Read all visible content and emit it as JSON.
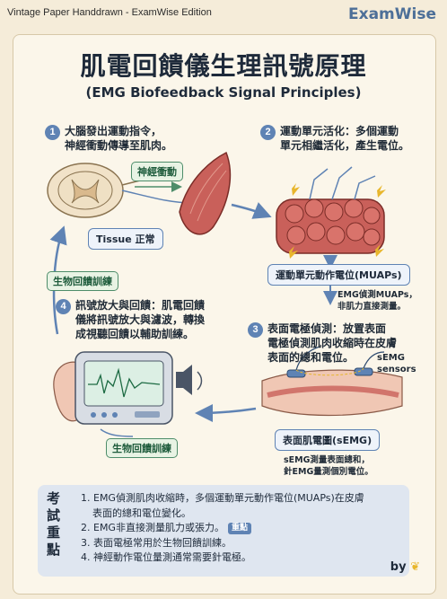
{
  "header": {
    "edition": "Vintage Paper Handdrawn - ExamWise Edition",
    "brand": "ExamWise"
  },
  "title": "肌電回饋儀生理訊號原理",
  "subtitle": "(EMG Biofeedback Signal Principles)",
  "steps": [
    {
      "num": "1",
      "line1": "大腦發出運動指令，",
      "line2": "神經衝動傳導至肌肉。"
    },
    {
      "num": "2",
      "line1": "運動單元活化：多個運動",
      "line2": "單元相繼活化，產生電位。"
    },
    {
      "num": "3",
      "line1": "表面電極偵測：放置表面",
      "line2": "電極偵測肌肉收縮時在皮膚",
      "line3": "表面的總和電位。"
    },
    {
      "num": "4",
      "line1": "訊號放大與回饋：肌電回饋",
      "line2": "儀將訊號放大與濾波，轉換",
      "line3": "成視聽回饋以輔助訓練。"
    }
  ],
  "labels": {
    "nerve_impulse": "神經衝動",
    "tissue": "Tissue 正常",
    "bio_feedback_left": "生物回饋訓練",
    "muaps_box": "運動單元動作電位(MUAPs)",
    "muaps_note_1": "EMG偵測MUAPs，",
    "muaps_note_2": "非肌力直接測量。",
    "semg_sensors_1": "sEMG",
    "semg_sensors_2": "sensors",
    "semg_box": "表面肌電圖(sEMG)",
    "semg_note_1": "sEMG測量表面總和，",
    "semg_note_2": "針EMG量測個別電位。",
    "bio_feedback_bottom": "生物回饋訓練"
  },
  "exam": {
    "label": [
      "考",
      "試",
      "重",
      "點"
    ],
    "items": [
      "1. EMG偵測肌肉收縮時，多個運動單元動作電位(MUAPs)在皮膚",
      "表面的總和電位變化。",
      "2. EMG非直接測量肌力或張力。",
      "3. 表面電極常用於生物回饋訓練。",
      "4. 神經動作電位量測通常需要針電極。"
    ],
    "badge": "重點"
  },
  "signature": "by",
  "colors": {
    "accent": "#5f83b4",
    "green": "#4e8d6a",
    "muscle": "#c9605a"
  }
}
